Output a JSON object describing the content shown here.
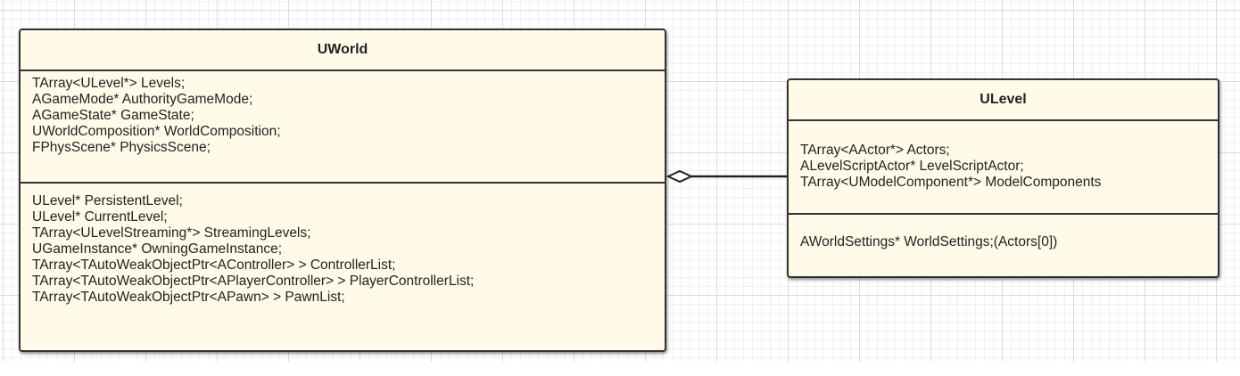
{
  "classes": {
    "uworld": {
      "title": "UWorld",
      "fields_section_1": [
        "TArray<ULevel*> Levels;",
        "AGameMode* AuthorityGameMode;",
        "AGameState* GameState;",
        "UWorldComposition* WorldComposition;",
        "FPhysScene* PhysicsScene;"
      ],
      "fields_section_2": [
        "ULevel*  PersistentLevel;",
        "ULevel*  CurrentLevel;",
        "TArray<ULevelStreaming*> StreamingLevels;",
        "UGameInstance* OwningGameInstance;",
        "TArray<TAutoWeakObjectPtr<AController> > ControllerList;",
        "TArray<TAutoWeakObjectPtr<APlayerController> > PlayerControllerList;",
        "TArray<TAutoWeakObjectPtr<APawn> > PawnList;"
      ]
    },
    "ulevel": {
      "title": "ULevel",
      "fields_section_1": [
        "TArray<AActor*> Actors;",
        "ALevelScriptActor* LevelScriptActor;",
        "TArray<UModelComponent*> ModelComponents"
      ],
      "fields_section_2": [
        "AWorldSettings* WorldSettings;(Actors[0])"
      ]
    }
  },
  "relationship": {
    "type": "aggregation",
    "whole": "UWorld",
    "part": "ULevel"
  },
  "colors": {
    "box_fill": "#fffbe8",
    "border": "#333333",
    "text": "#222222",
    "grid_major": "#dcdcdc",
    "grid_minor": "#f0f0f0"
  }
}
